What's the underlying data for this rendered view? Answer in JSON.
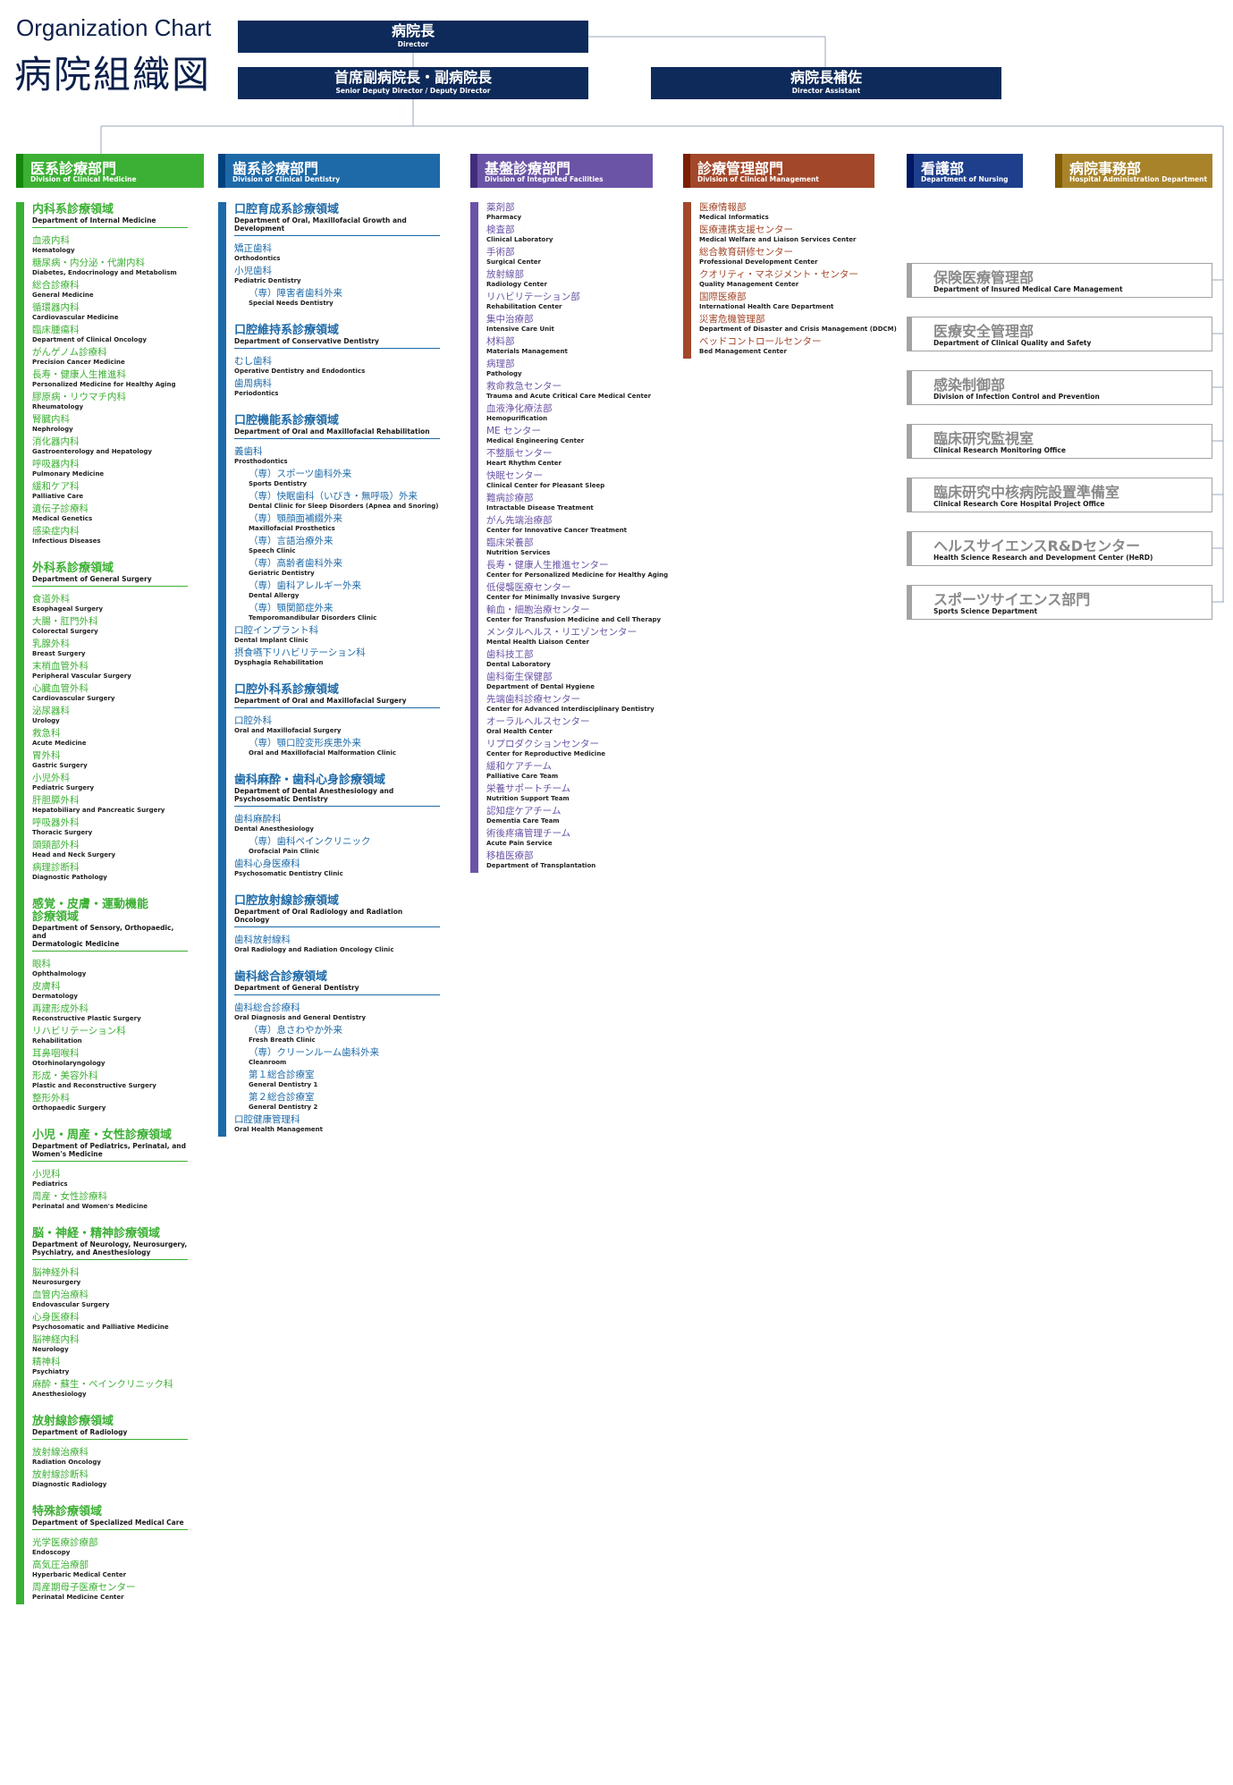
{
  "header": {
    "title_en": "Organization Chart",
    "title_ja": "病院組織図"
  },
  "top": {
    "director": {
      "ja": "病院長",
      "en": "Director"
    },
    "deputy": {
      "ja": "首席副病院長・副病院長",
      "en": "Senior Deputy Director / Deputy Director"
    },
    "assistant": {
      "ja": "病院長補佐",
      "en": "Director Assistant"
    }
  },
  "departments": [
    {
      "ja": "医系診療部門",
      "en": "Division of Clinical Medicine",
      "color": "#3cb034"
    },
    {
      "ja": "歯系診療部門",
      "en": "Division of Clinical Dentistry",
      "color": "#1e6aa8"
    },
    {
      "ja": "基盤診療部門",
      "en": "Division of Integrated Facilities",
      "color": "#6b54a6"
    },
    {
      "ja": "診療管理部門",
      "en": "Division of Clinical Management",
      "color": "#a2472a"
    },
    {
      "ja": "看護部",
      "en": "Department of Nursing",
      "color": "#1e3f8c"
    },
    {
      "ja": "病院事務部",
      "en": "Hospital Administration Department",
      "color": "#a8832a"
    }
  ],
  "clinical_medicine": {
    "domains": [
      {
        "ja": "内科系診療領域",
        "en": "Department of Internal Medicine",
        "items": [
          {
            "ja": "血液内科",
            "en": "Hematology"
          },
          {
            "ja": "糖尿病・内分泌・代謝内科",
            "en": "Diabetes, Endocrinology and Metabolism"
          },
          {
            "ja": "総合診療科",
            "en": "General Medicine"
          },
          {
            "ja": "循環器内科",
            "en": "Cardiovascular Medicine"
          },
          {
            "ja": "臨床腫瘍科",
            "en": "Department of Clinical Oncology"
          },
          {
            "ja": "がんゲノム診療科",
            "en": "Precision Cancer Medicine"
          },
          {
            "ja": "長寿・健康人生推進科",
            "en": "Personalized Medicine for Healthy Aging"
          },
          {
            "ja": "膠原病・リウマチ内科",
            "en": "Rheumatology"
          },
          {
            "ja": "腎臓内科",
            "en": "Nephrology"
          },
          {
            "ja": "消化器内科",
            "en": "Gastroenterology and Hepatology"
          },
          {
            "ja": "呼吸器内科",
            "en": "Pulmonary Medicine"
          },
          {
            "ja": "緩和ケア科",
            "en": "Palliative Care"
          },
          {
            "ja": "遺伝子診療科",
            "en": "Medical Genetics"
          },
          {
            "ja": "感染症内科",
            "en": "Infectious Diseases"
          }
        ]
      },
      {
        "ja": "外科系診療領域",
        "en": "Department of General Surgery",
        "items": [
          {
            "ja": "食道外科",
            "en": "Esophageal Surgery"
          },
          {
            "ja": "大腸・肛門外科",
            "en": "Colorectal Surgery"
          },
          {
            "ja": "乳腺外科",
            "en": "Breast Surgery"
          },
          {
            "ja": "末梢血管外科",
            "en": "Peripheral Vascular Surgery"
          },
          {
            "ja": "心臓血管外科",
            "en": "Cardiovascular Surgery"
          },
          {
            "ja": "泌尿器科",
            "en": "Urology"
          },
          {
            "ja": "救急科",
            "en": "Acute Medicine"
          },
          {
            "ja": "胃外科",
            "en": "Gastric Surgery"
          },
          {
            "ja": "小児外科",
            "en": "Pediatric Surgery"
          },
          {
            "ja": "肝胆膵外科",
            "en": "Hepatobiliary and Pancreatic Surgery"
          },
          {
            "ja": "呼吸器外科",
            "en": "Thoracic Surgery"
          },
          {
            "ja": "頭頸部外科",
            "en": "Head and Neck Surgery"
          },
          {
            "ja": "病理診断科",
            "en": "Diagnostic Pathology"
          }
        ]
      },
      {
        "ja": "感覚・皮膚・運動機能\n診療領域",
        "en": "Department of Sensory, Orthopaedic, and\nDermatologic Medicine",
        "items": [
          {
            "ja": "眼科",
            "en": "Ophthalmology"
          },
          {
            "ja": "皮膚科",
            "en": "Dermatology"
          },
          {
            "ja": "再建形成外科",
            "en": "Reconstructive Plastic Surgery"
          },
          {
            "ja": "リハビリテーション科",
            "en": "Rehabilitation"
          },
          {
            "ja": "耳鼻咽喉科",
            "en": "Otorhinolaryngology"
          },
          {
            "ja": "形成・美容外科",
            "en": "Plastic and Reconstructive Surgery"
          },
          {
            "ja": "整形外科",
            "en": "Orthopaedic Surgery"
          }
        ]
      },
      {
        "ja": "小児・周産・女性診療領域",
        "en": "Department of Pediatrics, Perinatal, and\nWomen's Medicine",
        "items": [
          {
            "ja": "小児科",
            "en": "Pediatrics"
          },
          {
            "ja": "周産・女性診療科",
            "en": "Perinatal and Women's Medicine"
          }
        ]
      },
      {
        "ja": "脳・神経・精神診療領域",
        "en": "Department of Neurology, Neurosurgery,\nPsychiatry, and Anesthesiology",
        "items": [
          {
            "ja": "脳神経外科",
            "en": "Neurosurgery"
          },
          {
            "ja": "血管内治療科",
            "en": "Endovascular Surgery"
          },
          {
            "ja": "心身医療科",
            "en": "Psychosomatic and Palliative Medicine"
          },
          {
            "ja": "脳神経内科",
            "en": "Neurology"
          },
          {
            "ja": "精神科",
            "en": "Psychiatry"
          },
          {
            "ja": "麻酔・蘇生・ペインクリニック科",
            "en": "Anesthesiology"
          }
        ]
      },
      {
        "ja": "放射線診療領域",
        "en": "Department of Radiology",
        "items": [
          {
            "ja": "放射線治療科",
            "en": "Radiation Oncology"
          },
          {
            "ja": "放射線診断科",
            "en": "Diagnostic Radiology"
          }
        ]
      },
      {
        "ja": "特殊診療領域",
        "en": "Department of Specialized Medical Care",
        "items": [
          {
            "ja": "光学医療診療部",
            "en": "Endoscopy"
          },
          {
            "ja": "高気圧治療部",
            "en": "Hyperbaric Medical Center"
          },
          {
            "ja": "周産期母子医療センター",
            "en": "Perinatal Medicine Center"
          }
        ]
      }
    ]
  },
  "clinical_dentistry": {
    "domains": [
      {
        "ja": "口腔育成系診療領域",
        "en": "Department of Oral, Maxillofacial Growth and Development",
        "items": [
          {
            "ja": "矯正歯科",
            "en": "Orthodontics"
          },
          {
            "ja": "小児歯科",
            "en": "Pediatric Dentistry"
          },
          {
            "ja": "（専）障害者歯科外来",
            "en": "Special Needs Dentistry",
            "sub": true
          }
        ]
      },
      {
        "ja": "口腔維持系診療領域",
        "en": "Department of Conservative Dentistry",
        "items": [
          {
            "ja": "むし歯科",
            "en": "Operative Dentistry and Endodontics"
          },
          {
            "ja": "歯周病科",
            "en": "Periodontics"
          }
        ]
      },
      {
        "ja": "口腔機能系診療領域",
        "en": "Department of Oral and Maxillofacial Rehabilitation",
        "items": [
          {
            "ja": "義歯科",
            "en": "Prosthodontics"
          },
          {
            "ja": "（専）スポーツ歯科外来",
            "en": "Sports Dentistry",
            "sub": true
          },
          {
            "ja": "（専）快眠歯科（いびき・無呼吸）外来",
            "en": "Dental Clinic for Sleep Disorders (Apnea and Snoring)",
            "sub": true
          },
          {
            "ja": "（専）顎顔面補綴外来",
            "en": "Maxillofacial Prosthetics",
            "sub": true
          },
          {
            "ja": "（専）言語治療外来",
            "en": "Speech Clinic",
            "sub": true
          },
          {
            "ja": "（専）高齢者歯科外来",
            "en": "Geriatric Dentistry",
            "sub": true
          },
          {
            "ja": "（専）歯科アレルギー外来",
            "en": "Dental Allergy",
            "sub": true
          },
          {
            "ja": "（専）顎関節症外来",
            "en": "Temporomandibular Disorders Clinic",
            "sub": true
          },
          {
            "ja": "口腔インプラント科",
            "en": "Dental Implant Clinic"
          },
          {
            "ja": "摂食嚥下リハビリテーション科",
            "en": "Dysphagia Rehabilitation"
          }
        ]
      },
      {
        "ja": "口腔外科系診療領域",
        "en": "Department of Oral and Maxillofacial Surgery",
        "items": [
          {
            "ja": "口腔外科",
            "en": "Oral and Maxillofacial Surgery"
          },
          {
            "ja": "（専）顎口腔変形疾患外来",
            "en": "Oral and Maxillofacial Malformation Clinic",
            "sub": true
          }
        ]
      },
      {
        "ja": "歯科麻酔・歯科心身診療領域",
        "en": "Department of Dental Anesthesiology and\nPsychosomatic Dentistry",
        "items": [
          {
            "ja": "歯科麻酔科",
            "en": "Dental Anesthesiology"
          },
          {
            "ja": "（専）歯科ペインクリニック",
            "en": "Orofacial Pain Clinic",
            "sub": true
          },
          {
            "ja": "歯科心身医療科",
            "en": "Psychosomatic Dentistry Clinic"
          }
        ]
      },
      {
        "ja": "口腔放射線診療領域",
        "en": "Department of Oral Radiology and Radiation Oncology",
        "items": [
          {
            "ja": "歯科放射線科",
            "en": "Oral Radiology and Radiation Oncology Clinic"
          }
        ]
      },
      {
        "ja": "歯科総合診療領域",
        "en": "Department of General Dentistry",
        "items": [
          {
            "ja": "歯科総合診療科",
            "en": "Oral Diagnosis and General Dentistry"
          },
          {
            "ja": "（専）息さわやか外来",
            "en": "Fresh Breath Clinic",
            "sub": true
          },
          {
            "ja": "（専）クリーンルーム歯科外来",
            "en": "Cleanroom",
            "sub": true
          },
          {
            "ja": "第１総合診療室",
            "en": "General Dentistry 1",
            "sub": true
          },
          {
            "ja": "第２総合診療室",
            "en": "General Dentistry 2",
            "sub": true
          },
          {
            "ja": "口腔健康管理科",
            "en": "Oral Health Management"
          }
        ]
      }
    ]
  },
  "integrated_facilities": {
    "items": [
      {
        "ja": "薬剤部",
        "en": "Pharmacy"
      },
      {
        "ja": "検査部",
        "en": "Clinical Laboratory"
      },
      {
        "ja": "手術部",
        "en": "Surgical Center"
      },
      {
        "ja": "放射線部",
        "en": "Radiology Center"
      },
      {
        "ja": "リハビリテーション部",
        "en": "Rehabilitation Center"
      },
      {
        "ja": "集中治療部",
        "en": "Intensive Care Unit"
      },
      {
        "ja": "材料部",
        "en": "Materials Management"
      },
      {
        "ja": "病理部",
        "en": "Pathology"
      },
      {
        "ja": "救命救急センター",
        "en": "Trauma and Acute Critical Care Medical Center"
      },
      {
        "ja": "血液浄化療法部",
        "en": "Hemopurification"
      },
      {
        "ja": "ME センター",
        "en": "Medical Engineering Center"
      },
      {
        "ja": "不整脈センター",
        "en": "Heart Rhythm Center"
      },
      {
        "ja": "快眠センター",
        "en": "Clinical Center for Pleasant Sleep"
      },
      {
        "ja": "難病診療部",
        "en": "Intractable Disease Treatment"
      },
      {
        "ja": "がん先端治療部",
        "en": "Center for Innovative Cancer Treatment"
      },
      {
        "ja": "臨床栄養部",
        "en": "Nutrition Services"
      },
      {
        "ja": "長寿・健康人生推進センター",
        "en": "Center for Personalized Medicine for Healthy Aging"
      },
      {
        "ja": "低侵襲医療センター",
        "en": "Center for Minimally Invasive Surgery"
      },
      {
        "ja": "輸血・細胞治療センター",
        "en": "Center for Transfusion Medicine and Cell Therapy"
      },
      {
        "ja": "メンタルヘルス・リエゾンセンター",
        "en": "Mental Health Liaison Center"
      },
      {
        "ja": "歯科技工部",
        "en": "Dental Laboratory"
      },
      {
        "ja": "歯科衛生保健部",
        "en": "Department of Dental Hygiene"
      },
      {
        "ja": "先端歯科診療センター",
        "en": "Center for Advanced Interdisciplinary Dentistry"
      },
      {
        "ja": "オーラルヘルスセンター",
        "en": "Oral Health Center"
      },
      {
        "ja": "リプロダクションセンター",
        "en": "Center for Reproductive Medicine"
      },
      {
        "ja": "緩和ケアチーム",
        "en": "Palliative Care Team"
      },
      {
        "ja": "栄養サポートチーム",
        "en": "Nutrition Support Team"
      },
      {
        "ja": "認知症ケアチーム",
        "en": "Dementia Care Team"
      },
      {
        "ja": "術後疼痛管理チーム",
        "en": "Acute Pain Service"
      },
      {
        "ja": "移植医療部",
        "en": "Department of Transplantation"
      }
    ]
  },
  "clinical_management": {
    "items": [
      {
        "ja": "医療情報部",
        "en": "Medical Informatics"
      },
      {
        "ja": "医療連携支援センター",
        "en": "Medical Welfare and Liaison Services Center"
      },
      {
        "ja": "総合教育研修センター",
        "en": "Professional Development Center"
      },
      {
        "ja": "クオリティ・マネジメント・センター",
        "en": "Quality Management Center"
      },
      {
        "ja": "国際医療部",
        "en": "International Health Care Department"
      },
      {
        "ja": "災害危機管理部",
        "en": "Department of Disaster and Crisis Management (DDCM)"
      },
      {
        "ja": "ベッドコントロールセンター",
        "en": "Bed Management Center"
      }
    ]
  },
  "offices": [
    {
      "ja": "保険医療管理部",
      "en": "Department of Insured Medical Care Management"
    },
    {
      "ja": "医療安全管理部",
      "en": "Department of Clinical Quality and Safety"
    },
    {
      "ja": "感染制御部",
      "en": "Division of Infection Control and Prevention"
    },
    {
      "ja": "臨床研究監視室",
      "en": "Clinical Research Monitoring Office"
    },
    {
      "ja": "臨床研究中核病院設置準備室",
      "en": "Clinical Research Core Hospital Project Office"
    },
    {
      "ja": "ヘルスサイエンスR&Dセンター",
      "en": "Health Science Research and Development Center (HeRD)"
    },
    {
      "ja": "スポーツサイエンス部門",
      "en": "Sports Science Department"
    }
  ],
  "colors": {
    "navy": "#0e2a5a",
    "connector": "#9aa7bc",
    "office_gray": "#8a8a8a",
    "green": "#3cb034",
    "blue": "#1e6aa8",
    "purple": "#6b54a6",
    "brown": "#a2472a"
  }
}
